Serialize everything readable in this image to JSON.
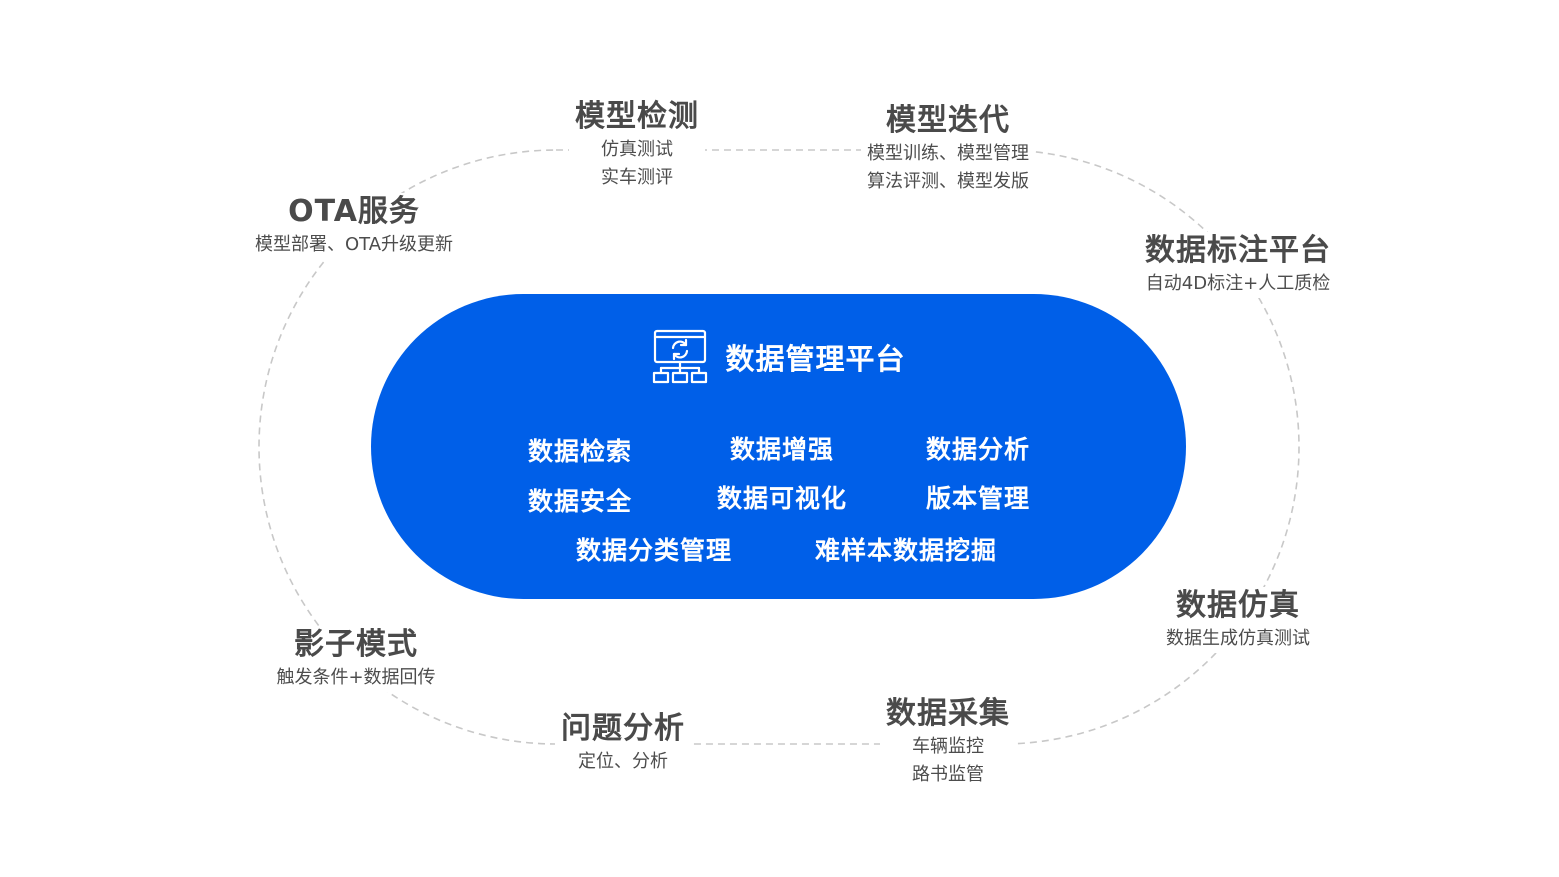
{
  "hub": {
    "icon": "data-platform-icon",
    "title": "数据管理平台",
    "features": [
      "数据检索",
      "数据增强",
      "数据分析",
      "数据安全",
      "数据可视化",
      "版本管理",
      "数据分类管理",
      "难样本数据挖掘"
    ]
  },
  "cycle": [
    {
      "title": "模型检测",
      "lines": [
        "仿真测试",
        "实车测评"
      ]
    },
    {
      "title": "模型迭代",
      "lines": [
        "模型训练、模型管理",
        "算法评测、模型发版"
      ]
    },
    {
      "title": "数据标注平台",
      "lines": [
        "自动4D标注+人工质检"
      ]
    },
    {
      "title": "数据仿真",
      "lines": [
        "数据生成仿真测试"
      ]
    },
    {
      "title": "数据采集",
      "lines": [
        "车辆监控",
        "路书监管"
      ]
    },
    {
      "title": "问题分析",
      "lines": [
        "定位、分析"
      ]
    },
    {
      "title": "影子模式",
      "lines": [
        "触发条件+数据回传"
      ]
    },
    {
      "title": "OTA服务",
      "lines": [
        "模型部署、OTA升级更新"
      ]
    }
  ],
  "colors": {
    "hub_fill": "#005fe8",
    "title_text": "#4a4a4a",
    "sub_text": "#4d4d4d",
    "ring": "#c8c8c8"
  }
}
